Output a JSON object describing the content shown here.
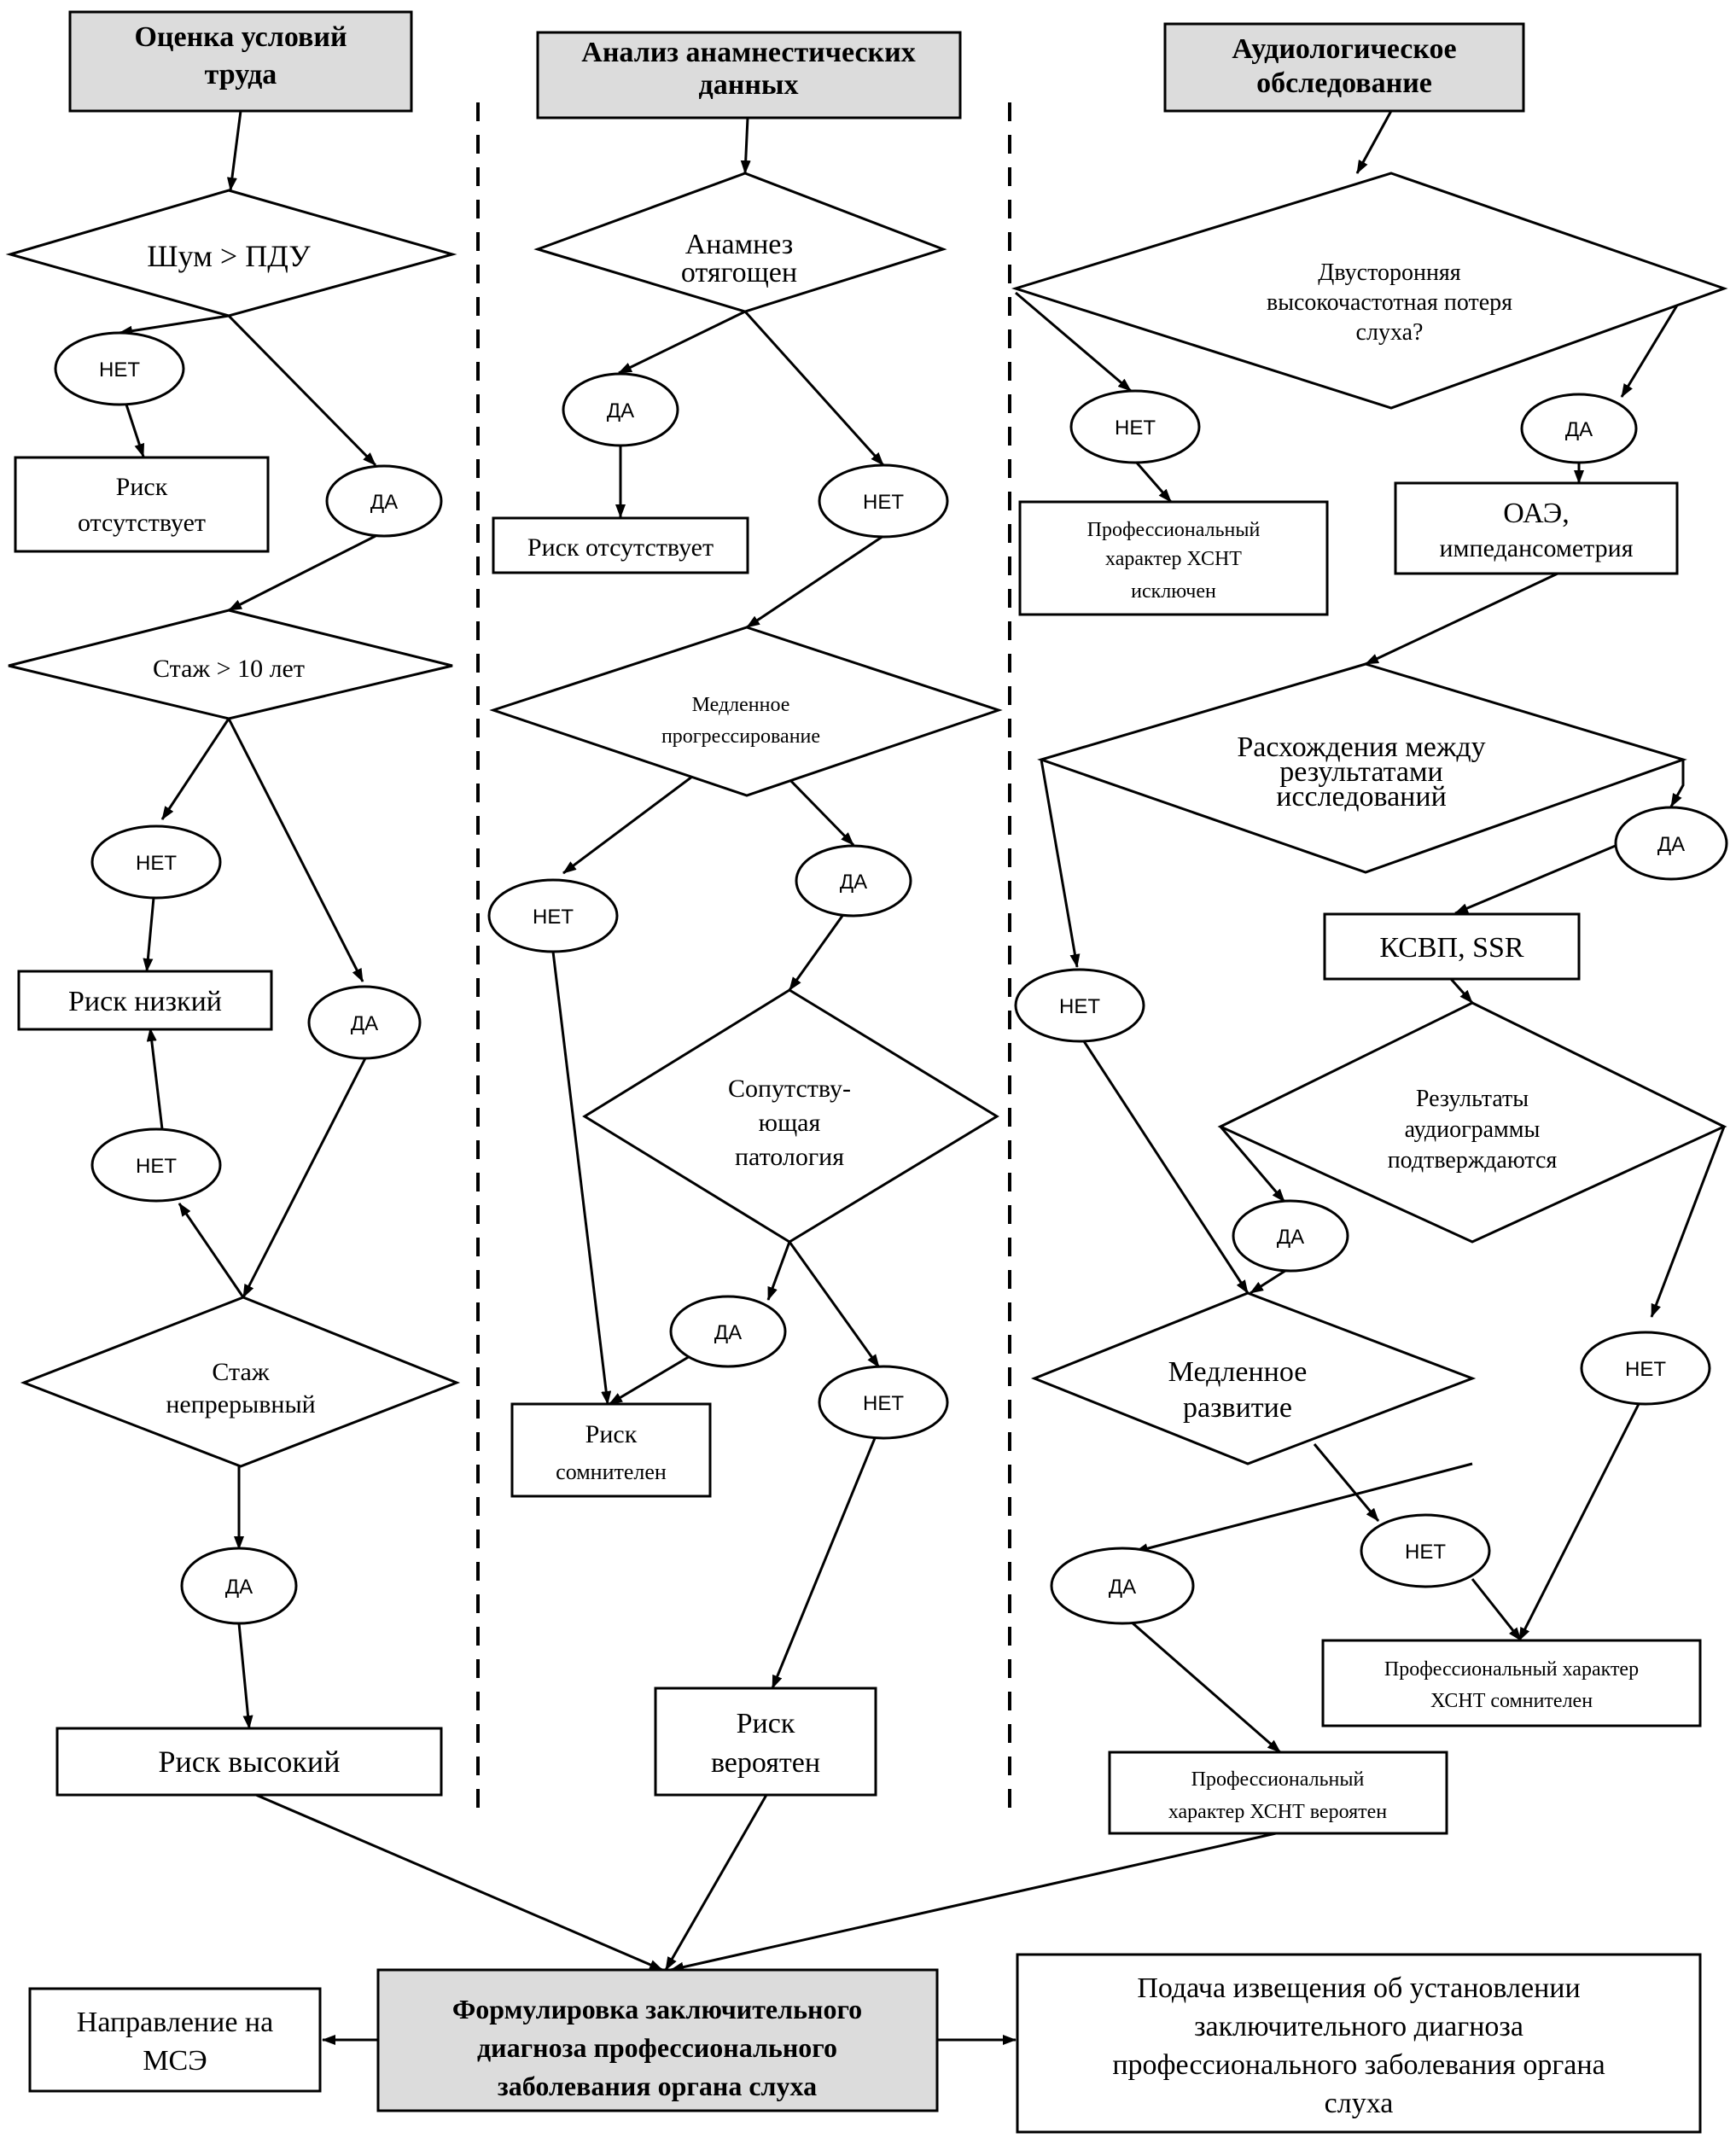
{
  "headers": {
    "work": [
      "Оценка условий",
      "труда"
    ],
    "anamnesis": [
      "Анализ анамнестических",
      "данных"
    ],
    "audio": [
      "Аудиологическое",
      "обследование"
    ]
  },
  "diamonds": {
    "noise": [
      "Шум > ПДУ"
    ],
    "exp10": [
      "Стаж > 10 лет"
    ],
    "contin": [
      "Стаж",
      "непрерывный"
    ],
    "anam": [
      "Анамнез",
      "отягощен"
    ],
    "slowprog": [
      "Медленное",
      "прогрессирование"
    ],
    "comorb": [
      "Сопутству-",
      "ющая",
      "патология"
    ],
    "bilat": [
      "Двусторонняя",
      "высокочастотная потеря",
      "слуха?"
    ],
    "discrep": [
      "Расхождения между",
      "результатами",
      "исследований"
    ],
    "audconf": [
      "Результаты",
      "аудиограммы",
      "подтверждаются"
    ],
    "slowdev": [
      "Медленное",
      "развитие"
    ]
  },
  "boxes": {
    "risk_absent_1": [
      "Риск",
      "отсутствует"
    ],
    "risk_low": [
      "Риск низкий"
    ],
    "risk_high": [
      "Риск высокий"
    ],
    "risk_absent_2": [
      "Риск отсутствует"
    ],
    "risk_doubtful": [
      "Риск",
      "сомнителен"
    ],
    "risk_probable": [
      "Риск",
      "вероятен"
    ],
    "prof_excluded": [
      "Профессиональный",
      "характер ХСНТ",
      "исключен"
    ],
    "oae": [
      "ОАЭ,",
      "импедансометрия"
    ],
    "ksvp": [
      "КСВП, SSR"
    ],
    "prof_doubtful": [
      "Профессиональный характер",
      "ХСНТ сомнителен"
    ],
    "prof_probable": [
      "Профессиональный",
      "характер ХСНТ вероятен"
    ],
    "final": [
      "Формулировка заключительного",
      "диагноза профессионального",
      "заболевания органа слуха"
    ],
    "mse": [
      "Направление на",
      "МСЭ"
    ],
    "notice": [
      "Подача извещения об установлении",
      "заключительного диагноза",
      "профессионального заболевания органа",
      "слуха"
    ]
  },
  "decisions": {
    "yes": "ДА",
    "no": "НЕТ"
  }
}
